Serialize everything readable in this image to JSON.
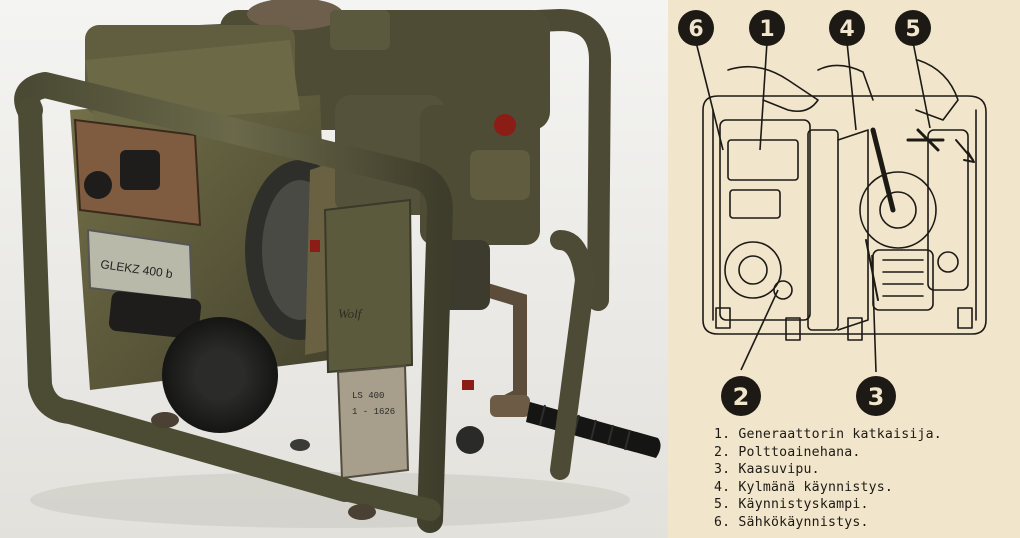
{
  "photo": {
    "description_icon": "generator-photo-icon",
    "plate_text": "GLEKZ 400 b",
    "logo_text": "Wolf",
    "tag_line_1": "LS 400",
    "tag_line_2": "1 - 1626",
    "colors": {
      "olive": "#5e5b3b",
      "olive_dark": "#3f3d2a",
      "olive_light": "#7a7650",
      "brass": "#b79b73",
      "red": "#8c1d16",
      "black": "#1e1d1b"
    }
  },
  "diagram": {
    "callouts": [
      {
        "number": "6"
      },
      {
        "number": "1"
      },
      {
        "number": "4"
      },
      {
        "number": "5"
      },
      {
        "number": "2"
      },
      {
        "number": "3"
      }
    ],
    "legend": [
      "1. Generaattorin katkaisija.",
      "2. Polttoainehana.",
      "3. Kaasuvipu.",
      "4. Kylmänä käynnistys.",
      "5. Käynnistyskampi.",
      "6. Sähkökäynnistys."
    ],
    "colors": {
      "paper": "#f1e6cb",
      "ink": "#1d1a16"
    }
  }
}
